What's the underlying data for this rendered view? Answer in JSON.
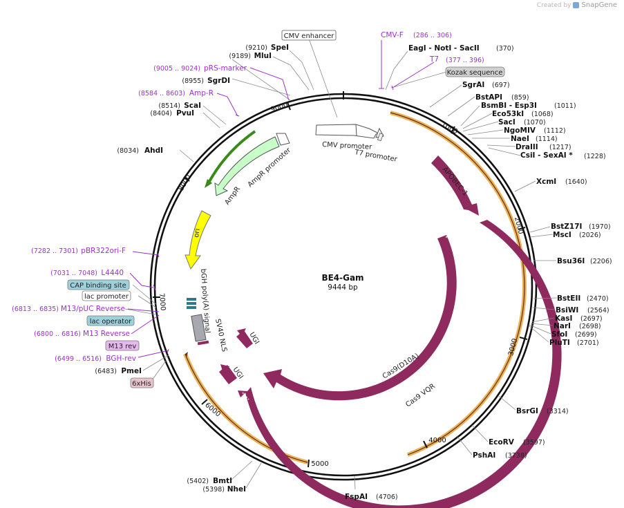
{
  "credit": {
    "prefix": "Created by",
    "brand": "SnapGene"
  },
  "plasmid": {
    "name": "BE4-Gam",
    "length": "9444 bp"
  },
  "tick_labels": [
    {
      "text": "1000",
      "bp": 1000
    },
    {
      "text": "2000",
      "bp": 2000
    },
    {
      "text": "3000",
      "bp": 3000
    },
    {
      "text": "4000",
      "bp": 4000
    },
    {
      "text": "5000",
      "bp": 5000
    },
    {
      "text": "6000",
      "bp": 6000
    },
    {
      "text": "7000",
      "bp": 7000
    },
    {
      "text": "8000",
      "bp": 8000
    },
    {
      "text": "9000",
      "bp": 9000
    }
  ],
  "sites": [
    {
      "name": "CMV enhancer",
      "pos": "",
      "kind": "boxed",
      "color": "#ffffff"
    },
    {
      "name": "CMV-F",
      "pos": "(286 .. 306)",
      "kind": "primer"
    },
    {
      "name": "EagI  -  NotI  -  SacII",
      "pos": "(370)",
      "kind": "enzyme"
    },
    {
      "name": "T7",
      "pos": "(377 .. 396)",
      "kind": "primer"
    },
    {
      "name": "Kozak sequence",
      "pos": "",
      "kind": "boxed",
      "color": "#d0d0d0"
    },
    {
      "name": "SgrAI",
      "pos": "(697)",
      "kind": "enzyme"
    },
    {
      "name": "BstAPI",
      "pos": "(859)",
      "kind": "enzyme"
    },
    {
      "name": "BsmBI  -  Esp3I",
      "pos": "(1011)",
      "kind": "enzyme"
    },
    {
      "name": "Eco53kI",
      "pos": "(1068)",
      "kind": "enzyme"
    },
    {
      "name": "SacI",
      "pos": "(1070)",
      "kind": "enzyme"
    },
    {
      "name": "NgoMIV",
      "pos": "(1112)",
      "kind": "enzyme"
    },
    {
      "name": "NaeI",
      "pos": "(1114)",
      "kind": "enzyme"
    },
    {
      "name": "DraIII",
      "pos": "(1217)",
      "kind": "enzyme"
    },
    {
      "name": "CsiI  -  SexAI *",
      "pos": "(1228)",
      "kind": "enzyme"
    },
    {
      "name": "XcmI",
      "pos": "(1640)",
      "kind": "enzyme"
    },
    {
      "name": "BstZ17I",
      "pos": "(1970)",
      "kind": "enzyme"
    },
    {
      "name": "MscI",
      "pos": "(2026)",
      "kind": "enzyme"
    },
    {
      "name": "Bsu36I",
      "pos": "(2206)",
      "kind": "enzyme"
    },
    {
      "name": "BstEII",
      "pos": "(2470)",
      "kind": "enzyme"
    },
    {
      "name": "BsiWI",
      "pos": "(2564)",
      "kind": "enzyme"
    },
    {
      "name": "KasI",
      "pos": "(2697)",
      "kind": "enzyme"
    },
    {
      "name": "NarI",
      "pos": "(2698)",
      "kind": "enzyme"
    },
    {
      "name": "SfoI",
      "pos": "(2699)",
      "kind": "enzyme"
    },
    {
      "name": "PluTI",
      "pos": "(2701)",
      "kind": "enzyme"
    },
    {
      "name": "BsrGI",
      "pos": "(3314)",
      "kind": "enzyme"
    },
    {
      "name": "EcoRV",
      "pos": "(3597)",
      "kind": "enzyme"
    },
    {
      "name": "PshAI",
      "pos": "(3738)",
      "kind": "enzyme"
    },
    {
      "name": "FspAI",
      "pos": "(4706)",
      "kind": "enzyme"
    },
    {
      "name": "BmtI",
      "pos": "(5402)",
      "kind": "enzyme"
    },
    {
      "name": "NheI",
      "pos": "(5398)",
      "kind": "enzyme"
    },
    {
      "name": "6xHis",
      "pos": "",
      "kind": "boxed",
      "color": "#e8c4cc"
    },
    {
      "name": "PmeI",
      "pos": "(6483)",
      "kind": "enzyme"
    },
    {
      "name": "BGH-rev",
      "pos": "(6499 .. 6516)",
      "kind": "primer"
    },
    {
      "name": "M13 rev",
      "pos": "",
      "kind": "boxed",
      "color": "#e6b8ee"
    },
    {
      "name": "M13 Reverse",
      "pos": "(6800 .. 6816)",
      "kind": "primer"
    },
    {
      "name": "lac operator",
      "pos": "",
      "kind": "boxed",
      "color": "#9ed1dc"
    },
    {
      "name": "M13/pUC Reverse",
      "pos": "(6813 .. 6835)",
      "kind": "primer"
    },
    {
      "name": "lac promoter",
      "pos": "",
      "kind": "boxed",
      "color": "#ffffff"
    },
    {
      "name": "CAP binding site",
      "pos": "",
      "kind": "boxed",
      "color": "#9ed1dc"
    },
    {
      "name": "L4440",
      "pos": "(7031 .. 7048)",
      "kind": "primer"
    },
    {
      "name": "pBR322ori-F",
      "pos": "(7282 .. 7301)",
      "kind": "primer"
    },
    {
      "name": "AhdI",
      "pos": "(8034)",
      "kind": "enzyme"
    },
    {
      "name": "PvuI",
      "pos": "(8404)",
      "kind": "enzyme"
    },
    {
      "name": "ScaI",
      "pos": "(8514)",
      "kind": "enzyme"
    },
    {
      "name": "Amp-R",
      "pos": "(8584 .. 8603)",
      "kind": "primer"
    },
    {
      "name": "SgrDI",
      "pos": "(8955)",
      "kind": "enzyme"
    },
    {
      "name": "pRS-marker",
      "pos": "(9005 .. 9024)",
      "kind": "primer"
    },
    {
      "name": "MluI",
      "pos": "(9189)",
      "kind": "enzyme"
    },
    {
      "name": "SpeI",
      "pos": "(9210)",
      "kind": "enzyme"
    }
  ],
  "features": [
    {
      "name": "CMV promoter",
      "color": "#ffffff"
    },
    {
      "name": "T7 promoter",
      "color": "#ffffff"
    },
    {
      "name": "APOBEC-1",
      "color": "#8f2a5e"
    },
    {
      "name": "Cas9(D10A)",
      "color": "#8f2a5e"
    },
    {
      "name": "Cas9 VQR",
      "color": "#8f2a5e"
    },
    {
      "name": "UGI",
      "color": "#8f2a5e"
    },
    {
      "name": "UGI",
      "color": "#8f2a5e"
    },
    {
      "name": "SV40 NLS",
      "color": "#a8a8b0"
    },
    {
      "name": "bGH poly(A) signal",
      "color": "#2f7a8a"
    },
    {
      "name": "ori",
      "color": "#ffff00"
    },
    {
      "name": "AmpR",
      "color": "#c8ffc8"
    },
    {
      "name": "AmpR promoter",
      "color": "#ffffff"
    }
  ],
  "colors": {
    "backbone": "#111111",
    "cds": "#8f2a5e",
    "orf_outline": "#e8b45a",
    "primer": "#9b30c8",
    "ori": "#ffff00",
    "amp": "#c8ffc8",
    "amp_orf": "#3a8a1a"
  }
}
